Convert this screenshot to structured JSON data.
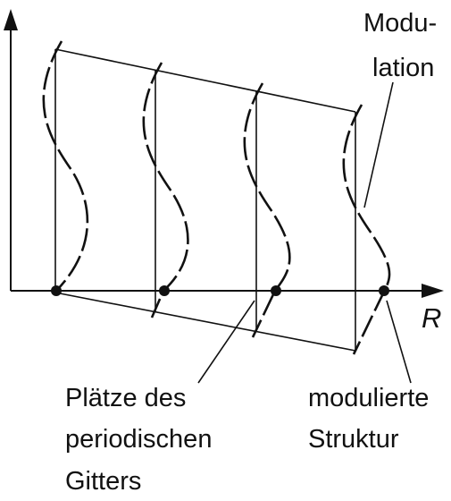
{
  "diagram": {
    "axis_label": "R",
    "label_modulation": [
      "Modu-",
      "lation"
    ],
    "label_sites": [
      "Plätze des",
      "periodischen",
      "Gitters"
    ],
    "label_structure": [
      "modulierte",
      "Struktur"
    ],
    "lattice_sites": 4
  }
}
